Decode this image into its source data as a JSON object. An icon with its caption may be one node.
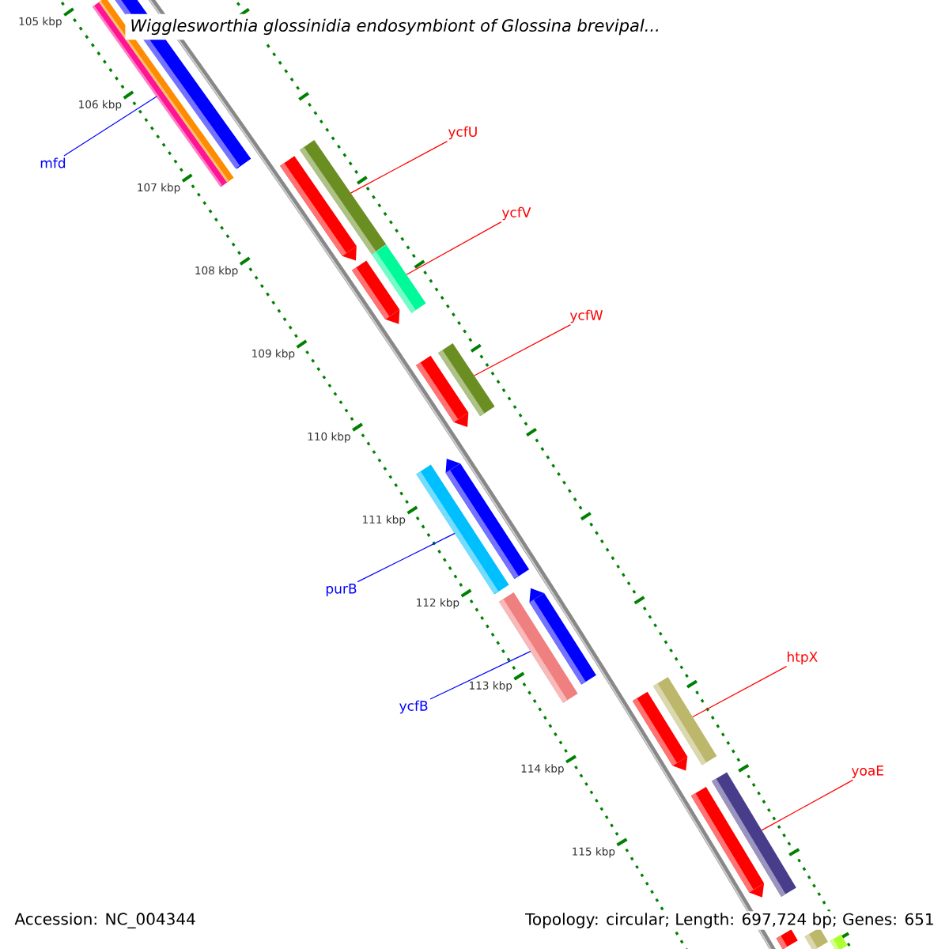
{
  "diagram": {
    "title": "Wigglesworthia glossinidia endosymbiont of Glossina brevipal...",
    "nodes": [
      {
        "text": [
          "mfd"
        ]
      },
      {
        "text": [],
        "shape": "bar"
      },
      {
        "text": [],
        "shape": "bar"
      },
      {
        "text": [],
        "shape": "bar"
      },
      {
        "text": [
          "ycfU"
        ]
      },
      {
        "text": [],
        "shape": "bar"
      },
      {
        "text": [],
        "shape": "arrow"
      },
      {
        "text": [
          "ycfV"
        ]
      },
      {
        "text": [],
        "shape": "bar"
      },
      {
        "text": [],
        "shape": "arrow"
      },
      {
        "text": [
          "ycfW"
        ]
      },
      {
        "text": [],
        "shape": "bar"
      },
      {
        "text": [],
        "shape": "arrow"
      },
      {
        "text": [
          "purB"
        ]
      },
      {
        "text": [],
        "shape": "bar"
      },
      {
        "text": [],
        "shape": "arrow"
      },
      {
        "text": [
          "ycfB"
        ]
      },
      {
        "text": [],
        "shape": "bar"
      },
      {
        "text": [],
        "shape": "arrow"
      },
      {
        "text": [
          "htpX"
        ]
      },
      {
        "text": [],
        "shape": "bar"
      },
      {
        "text": [],
        "shape": "arrow"
      },
      {
        "text": [
          "yoaE"
        ]
      },
      {
        "text": [],
        "shape": "bar"
      },
      {
        "text": [],
        "shape": "arrow"
      },
      {
        "text": [],
        "shape": "bar"
      },
      {
        "text": [],
        "shape": "bar"
      },
      {
        "text": [],
        "shape": "bar"
      }
    ],
    "edges": [
      {
        "from": 0,
        "to": 1,
        "arrow": "none",
        "color": "#0000ff"
      },
      {
        "from": 4,
        "to": 5,
        "arrow": "none"
      },
      {
        "from": 7,
        "to": 8,
        "arrow": "none"
      },
      {
        "from": 10,
        "to": 11,
        "arrow": "none"
      },
      {
        "from": 13,
        "to": 14,
        "arrow": "none",
        "color": "#0000ff"
      },
      {
        "from": 16,
        "to": 17,
        "arrow": "none",
        "color": "#0000ff"
      },
      {
        "from": 19,
        "to": 20,
        "arrow": "none"
      },
      {
        "from": 22,
        "to": 23,
        "arrow": "none"
      }
    ],
    "labels": [
      "105 kbp",
      "106 kbp",
      "107 kbp",
      "108 kbp",
      "109 kbp",
      "110 kbp",
      "111 kbp",
      "112 kbp",
      "113 kbp",
      "114 kbp",
      "115 kbp",
      "Accession: NC_004344",
      "Topology: circular; Length: 697,724 bp; Genes: 651"
    ]
  }
}
